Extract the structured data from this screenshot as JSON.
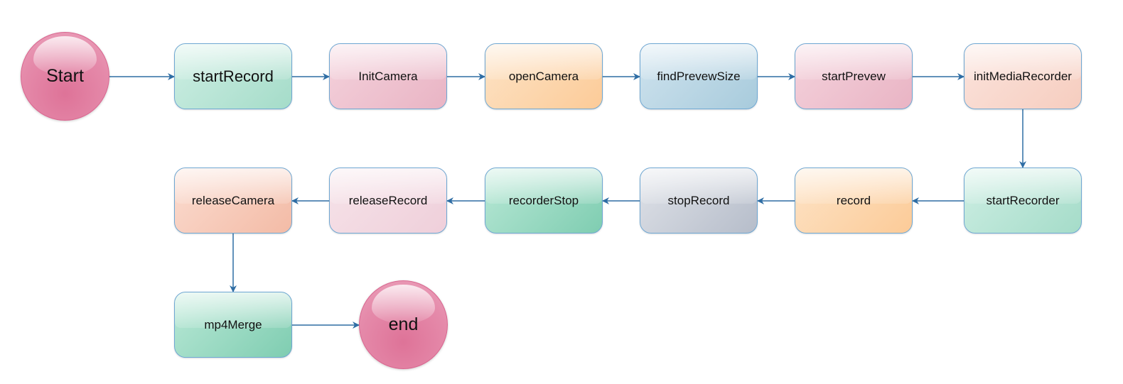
{
  "diagram": {
    "type": "flowchart",
    "colors": {
      "edge": "#2e6da4",
      "node_border": "#6ea7d3",
      "terminal_fill": "#e07da0"
    },
    "nodes": {
      "start": {
        "label": "Start",
        "shape": "circle"
      },
      "startRecord": {
        "label": "startRecord",
        "shape": "rounded-rect"
      },
      "initCamera": {
        "label": "InitCamera",
        "shape": "rounded-rect"
      },
      "openCamera": {
        "label": "openCamera",
        "shape": "rounded-rect"
      },
      "findPrevewSize": {
        "label": "findPrevewSize",
        "shape": "rounded-rect"
      },
      "startPrevew": {
        "label": "startPrevew",
        "shape": "rounded-rect"
      },
      "initMediaRecorder": {
        "label": "initMediaRecorder",
        "shape": "rounded-rect"
      },
      "startRecorder": {
        "label": "startRecorder",
        "shape": "rounded-rect"
      },
      "record": {
        "label": "record",
        "shape": "rounded-rect"
      },
      "stopRecord": {
        "label": "stopRecord",
        "shape": "rounded-rect"
      },
      "recorderStop": {
        "label": "recorderStop",
        "shape": "rounded-rect"
      },
      "releaseRecord": {
        "label": "releaseRecord",
        "shape": "rounded-rect"
      },
      "releaseCamera": {
        "label": "releaseCamera",
        "shape": "rounded-rect"
      },
      "mp4Merge": {
        "label": "mp4Merge",
        "shape": "rounded-rect"
      },
      "end": {
        "label": "end",
        "shape": "circle"
      }
    },
    "edges": [
      [
        "start",
        "startRecord"
      ],
      [
        "startRecord",
        "initCamera"
      ],
      [
        "initCamera",
        "openCamera"
      ],
      [
        "openCamera",
        "findPrevewSize"
      ],
      [
        "findPrevewSize",
        "startPrevew"
      ],
      [
        "startPrevew",
        "initMediaRecorder"
      ],
      [
        "initMediaRecorder",
        "startRecorder"
      ],
      [
        "startRecorder",
        "record"
      ],
      [
        "record",
        "stopRecord"
      ],
      [
        "stopRecord",
        "recorderStop"
      ],
      [
        "recorderStop",
        "releaseRecord"
      ],
      [
        "releaseRecord",
        "releaseCamera"
      ],
      [
        "releaseCamera",
        "mp4Merge"
      ],
      [
        "mp4Merge",
        "end"
      ]
    ]
  }
}
